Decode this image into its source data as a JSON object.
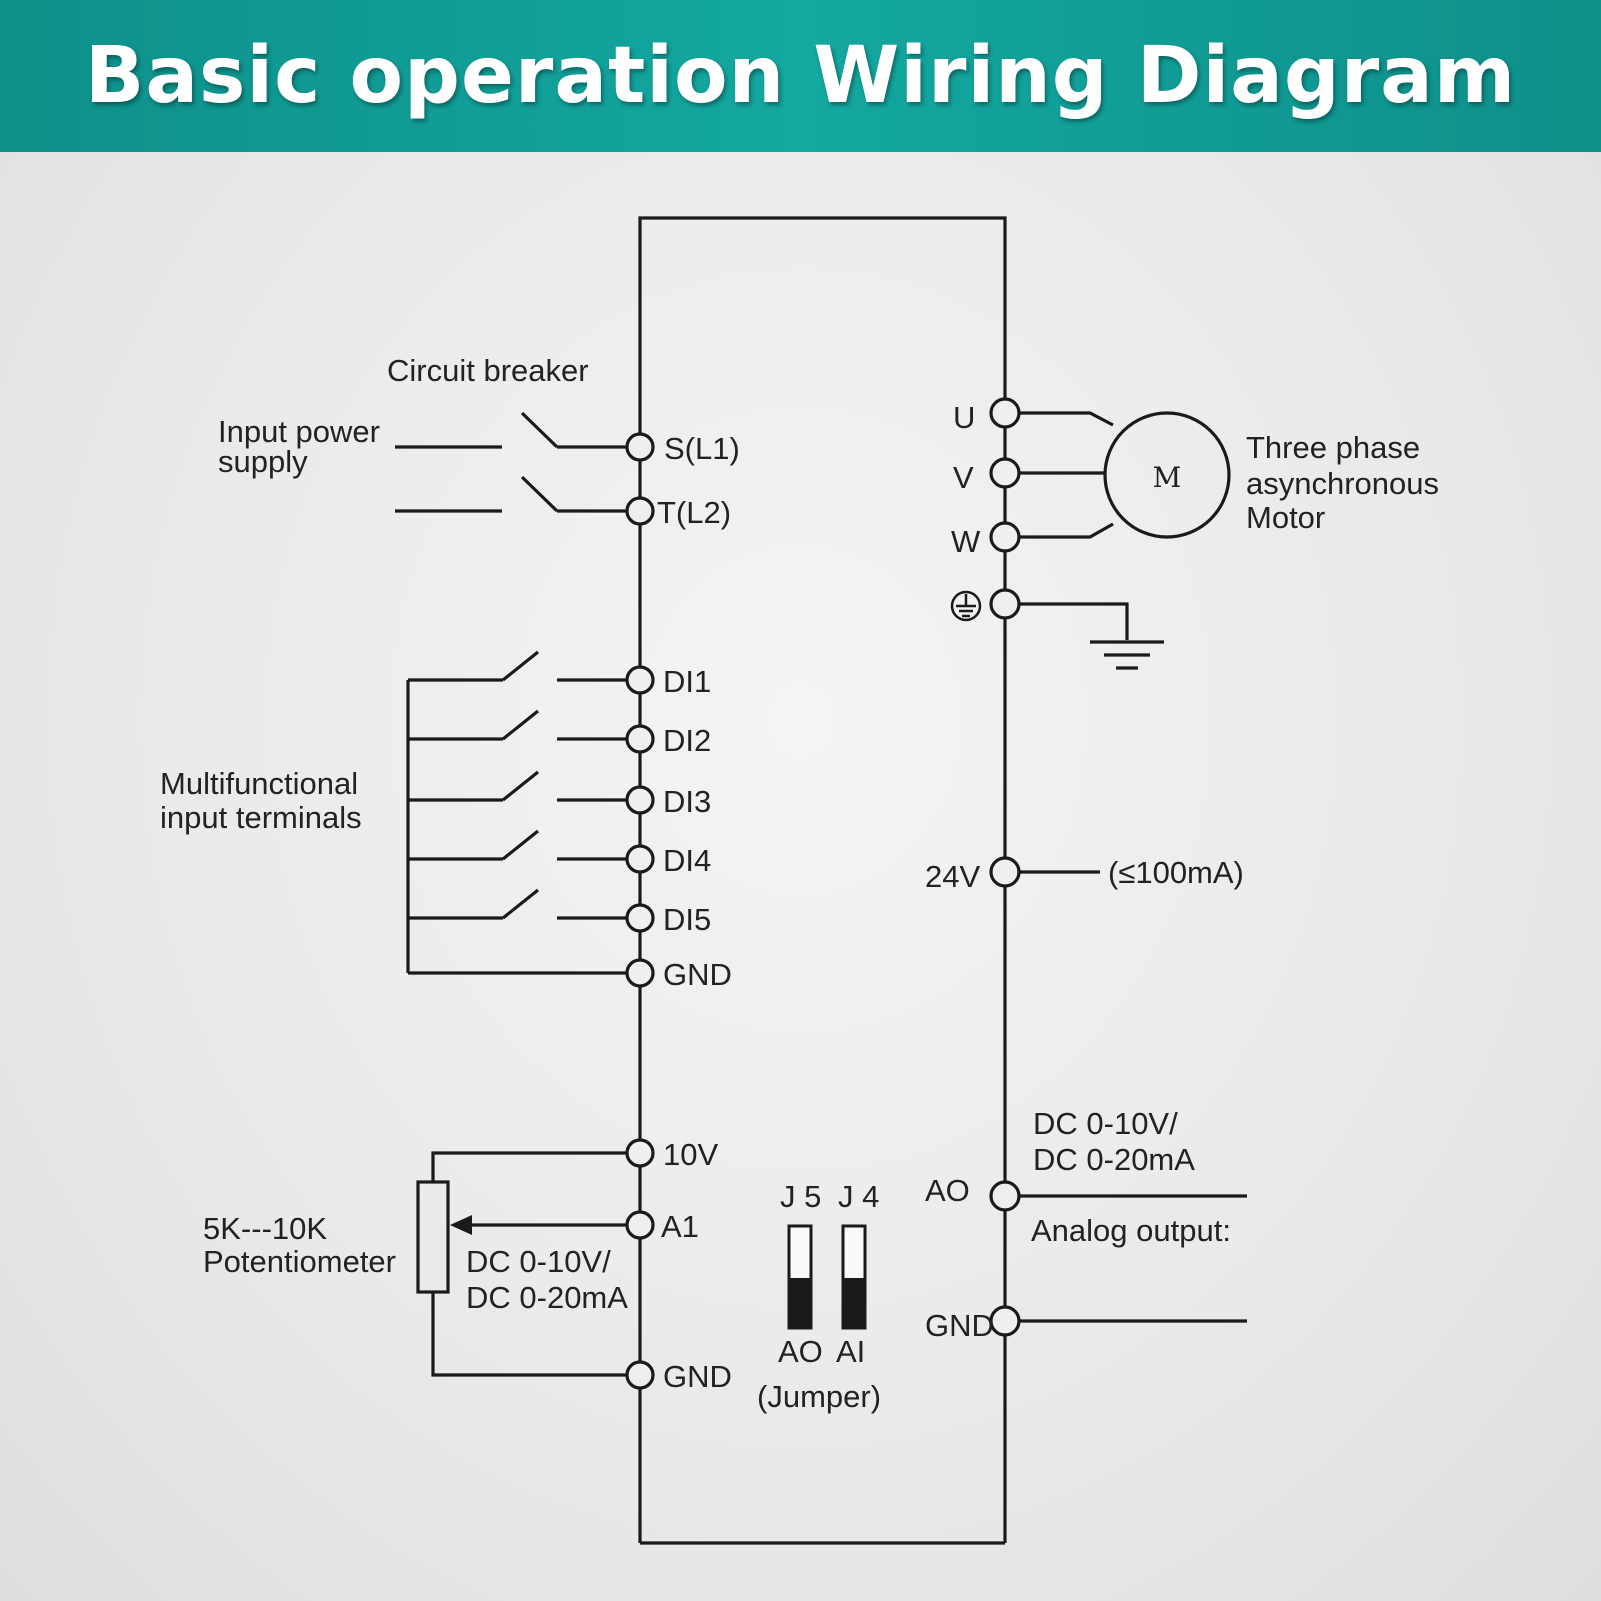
{
  "title": "Basic operation Wiring Diagram",
  "labels": {
    "circuit_breaker": "Circuit breaker",
    "input_power_1": "Input power",
    "input_power_2": "supply",
    "s_l1": "S(L1)",
    "t_l2": "T(L2)",
    "di1": "DI1",
    "di2": "DI2",
    "di3": "DI3",
    "di4": "DI4",
    "di5": "DI5",
    "gnd_left": "GND",
    "multi_1": "Multifunctional",
    "multi_2": "input terminals",
    "v10": "10V",
    "a1": "A1",
    "gnd_left2": "GND",
    "pot_1": "5K---10K",
    "pot_2": "Potentiometer",
    "a1_range_1": "DC 0-10V/",
    "a1_range_2": "DC 0-20mA",
    "j5": "J 5",
    "j4": "J 4",
    "ao_j": "AO",
    "ai_j": "AI",
    "jumper": "(Jumper)",
    "u": "U",
    "v": "V",
    "w": "W",
    "motor_m": "M",
    "motor_1": "Three phase",
    "motor_2": "asynchronous",
    "motor_3": "Motor",
    "v24": "24V",
    "ma100": "(≤100mA)",
    "ao_range_1": "DC 0-10V/",
    "ao_range_2": "DC 0-20mA",
    "ao": "AO",
    "analog_output": "Analog output:",
    "gnd_right": "GND"
  },
  "colors": {
    "banner": "#13a8a0",
    "line": "#1a1a1a",
    "background": "#ececec"
  }
}
